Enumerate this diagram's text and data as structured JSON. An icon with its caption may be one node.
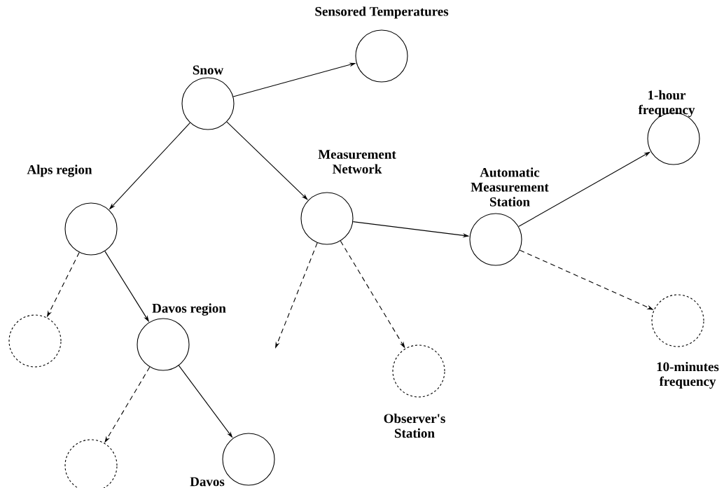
{
  "diagram": {
    "nodes": [
      {
        "text": [
          "Snow"
        ]
      },
      {
        "text": [
          "Sensored Temperatures"
        ]
      },
      {
        "text": [
          "Alps region"
        ]
      },
      {
        "text": [
          "Measurement Network"
        ]
      },
      {
        "text": [
          "Automatic Measurement Station"
        ]
      },
      {
        "text": [
          "1-hour frequency"
        ]
      },
      {
        "text": [],
        "shape": "circle"
      },
      {
        "text": [
          "Davos region"
        ]
      },
      {
        "text": [],
        "shape": "circle"
      },
      {
        "text": [
          "Davos"
        ]
      },
      {
        "text": [
          "Observer's Station"
        ]
      },
      {
        "text": [
          "10-minutes frequency"
        ]
      }
    ],
    "edges": [
      {
        "from": 0,
        "to": 1,
        "arrow": "to"
      },
      {
        "from": 0,
        "to": 2,
        "arrow": "to"
      },
      {
        "from": 0,
        "to": 3,
        "arrow": "to"
      },
      {
        "from": 3,
        "to": 4,
        "arrow": "to"
      },
      {
        "from": 4,
        "to": 5,
        "arrow": "to"
      },
      {
        "from": 2,
        "to": 6,
        "arrow": "to",
        "style": "dashed"
      },
      {
        "from": 2,
        "to": 7,
        "arrow": "to"
      },
      {
        "from": 7,
        "to": 8,
        "arrow": "to",
        "style": "dashed"
      },
      {
        "from": 7,
        "to": 9,
        "arrow": "to"
      },
      {
        "from": 3,
        "to": null,
        "arrow": "to",
        "style": "dashed"
      },
      {
        "from": 3,
        "to": 10,
        "arrow": "to",
        "style": "dashed"
      },
      {
        "from": 4,
        "to": 11,
        "arrow": "to",
        "style": "dashed"
      }
    ]
  }
}
